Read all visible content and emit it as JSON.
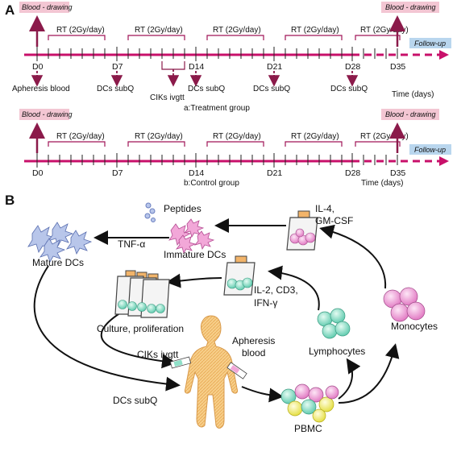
{
  "panel_a": {
    "label": "A",
    "treatment": {
      "blood_drawing_start": "Blood - drawing",
      "blood_drawing_end": "Blood - drawing",
      "follow_up": "Follow-up",
      "rt_label": "RT (2Gy/day)",
      "days": [
        "D0",
        "D7",
        "D14",
        "D21",
        "D28",
        "D35"
      ],
      "time_label": "Time (days)",
      "events": {
        "apheresis": "Apheresis blood",
        "dcs_d7": "DCs subQ",
        "ciks": "CIKs ivgtt",
        "dcs_d14": "DCs subQ",
        "dcs_d21": "DCs subQ",
        "dcs_d28": "DCs subQ"
      },
      "caption": "a:Treatment group"
    },
    "control": {
      "blood_drawing_start": "Blood - drawing",
      "blood_drawing_end": "Blood - drawing",
      "follow_up": "Follow-up",
      "rt_label": "RT (2Gy/day)",
      "days": [
        "D0",
        "D7",
        "D14",
        "D21",
        "D28",
        "D35"
      ],
      "time_label": "Time (days)",
      "caption": "b:Control group"
    }
  },
  "panel_b": {
    "label": "B",
    "peptides": "Peptides",
    "il4": "IL-4,",
    "gmcsf": "GM-CSF",
    "tnf": "TNF-α",
    "immature": "Immature DCs",
    "mature": "Mature DCs",
    "il2": "IL-2, CD3,",
    "ifn": "IFN-γ",
    "culture": "Culture, proliferation",
    "monocytes": "Monocytes",
    "lymphocytes": "Lymphocytes",
    "ciks": "CIKs ivgtt",
    "apheresis1": "Apheresis",
    "apheresis2": "blood",
    "dcs": "DCs subQ",
    "pbmc": "PBMC"
  },
  "colors": {
    "timeline": "#c8106a",
    "tag_pink": "#f3c6d3",
    "tag_blue": "#b9d6ee",
    "body_fill": "#f5c77e",
    "cell_teal": "#8fe0c8",
    "cell_pink": "#f2a7d8",
    "cell_yellow": "#f2f07a",
    "dc_blue": "#b8c6ea"
  }
}
